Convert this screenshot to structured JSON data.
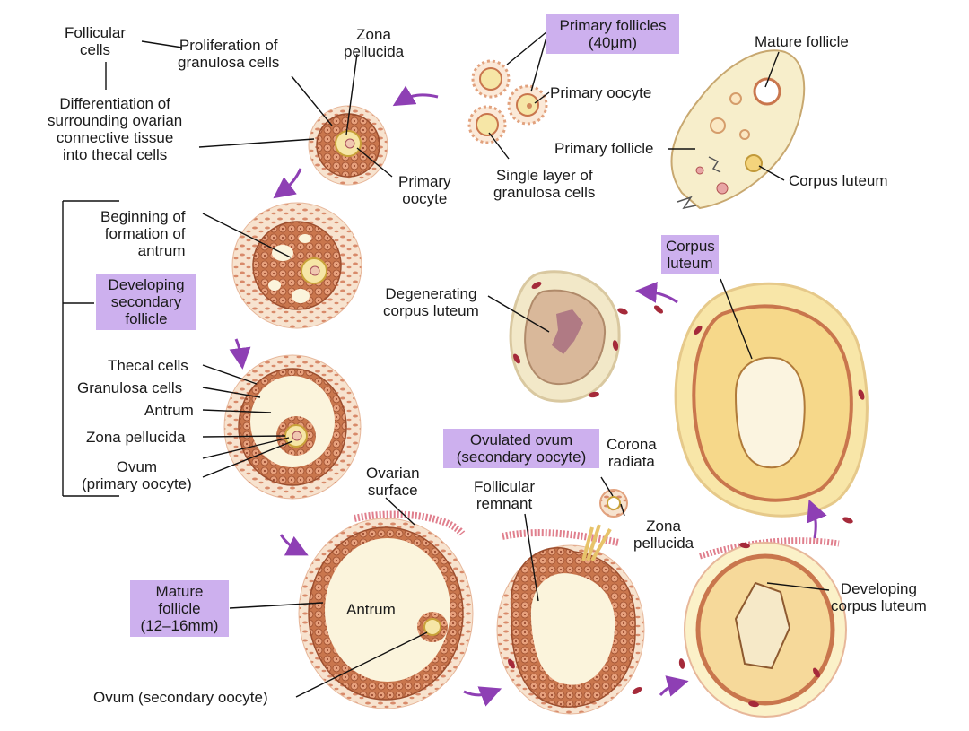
{
  "labels": {
    "follicular_cells": "Follicular\ncells",
    "proliferation": "Proliferation of\ngranulosa cells",
    "zona_pellucida_top": "Zona\npellucida",
    "differentiation": "Differentiation of\nsurrounding ovarian\nconnective tissue\ninto thecal cells",
    "primary_oocyte_top": "Primary\noocyte",
    "primary_follicles_box": "Primary follicles\n(40μm)",
    "primary_oocyte_right": "Primary oocyte",
    "single_layer": "Single layer of\ngranulosa cells",
    "mature_follicle_ovary": "Mature follicle",
    "primary_follicle_ovary": "Primary follicle",
    "corpus_luteum_ovary": "Corpus luteum",
    "beginning_antrum": "Beginning of\nformation of\nantrum",
    "developing_secondary_box": "Developing\nsecondary\nfollicle",
    "thecal_cells": "Thecal cells",
    "granulosa_cells": "Granulosa cells",
    "antrum_left": "Antrum",
    "zona_pellucida_left": "Zona pellucida",
    "ovum_primary": "Ovum\n(primary oocyte)",
    "degenerating_cl": "Degenerating\ncorpus luteum",
    "corpus_luteum_box": "Corpus\nluteum",
    "ovulated_ovum_box": "Ovulated ovum\n(secondary oocyte)",
    "corona_radiata": "Corona\nradiata",
    "ovarian_surface": "Ovarian\nsurface",
    "follicular_remnant": "Follicular\nremnant",
    "zona_pellucida_bottom": "Zona\npellucida",
    "mature_follicle_box": "Mature\nfollicle\n(12–16mm)",
    "antrum_bottom": "Antrum",
    "ovum_secondary": "Ovum (secondary oocyte)",
    "developing_cl": "Developing\ncorpus luteum"
  },
  "colors": {
    "label_box": "#cdb0ee",
    "arrow": "#8e3fb4",
    "granulosa": "#c9764d",
    "granulosa_light": "#e7ad8b",
    "antrum_fill": "#fbf4dc",
    "thecal": "#f4d9c2",
    "luteal": "#f8e4a0",
    "blood": "#a52a3a"
  }
}
